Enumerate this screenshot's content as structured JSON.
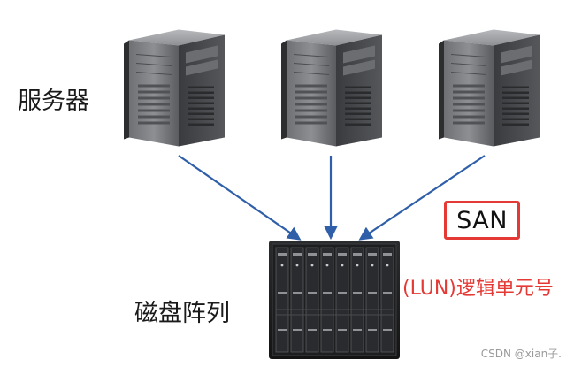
{
  "labels": {
    "servers": "服务器",
    "storage": "磁盘阵列",
    "network": "SAN",
    "lun": "(LUN)逻辑单元号"
  },
  "watermark": "CSDN @xian子.",
  "icons": {
    "server": "tower-server-icon",
    "storage": "blade-storage-array-icon"
  },
  "colors": {
    "arrow": "#2f5fa8",
    "highlight": "#e53935",
    "text": "#1a1a1a"
  }
}
